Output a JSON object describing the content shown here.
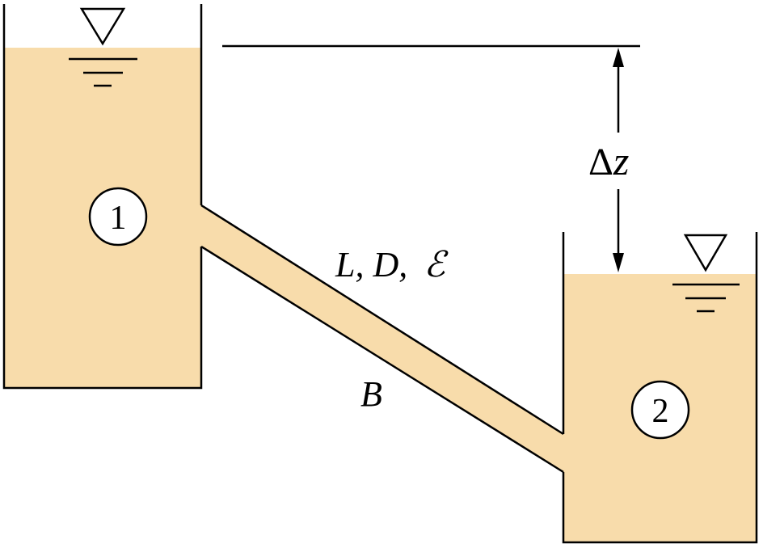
{
  "labels": {
    "tank_left": "1",
    "tank_right": "2",
    "pipe_params_prefix": "L, D,",
    "pipe_roughness_symbol": "ℰ",
    "point_b": "B",
    "delta_symbol": "Δ",
    "delta_variable": "z"
  },
  "colors": {
    "water": "#f8dcab",
    "line": "#000000",
    "background": "#ffffff"
  },
  "icons": {
    "free_surface_left": "free-surface-triangle-icon",
    "free_surface_right": "free-surface-triangle-icon"
  }
}
